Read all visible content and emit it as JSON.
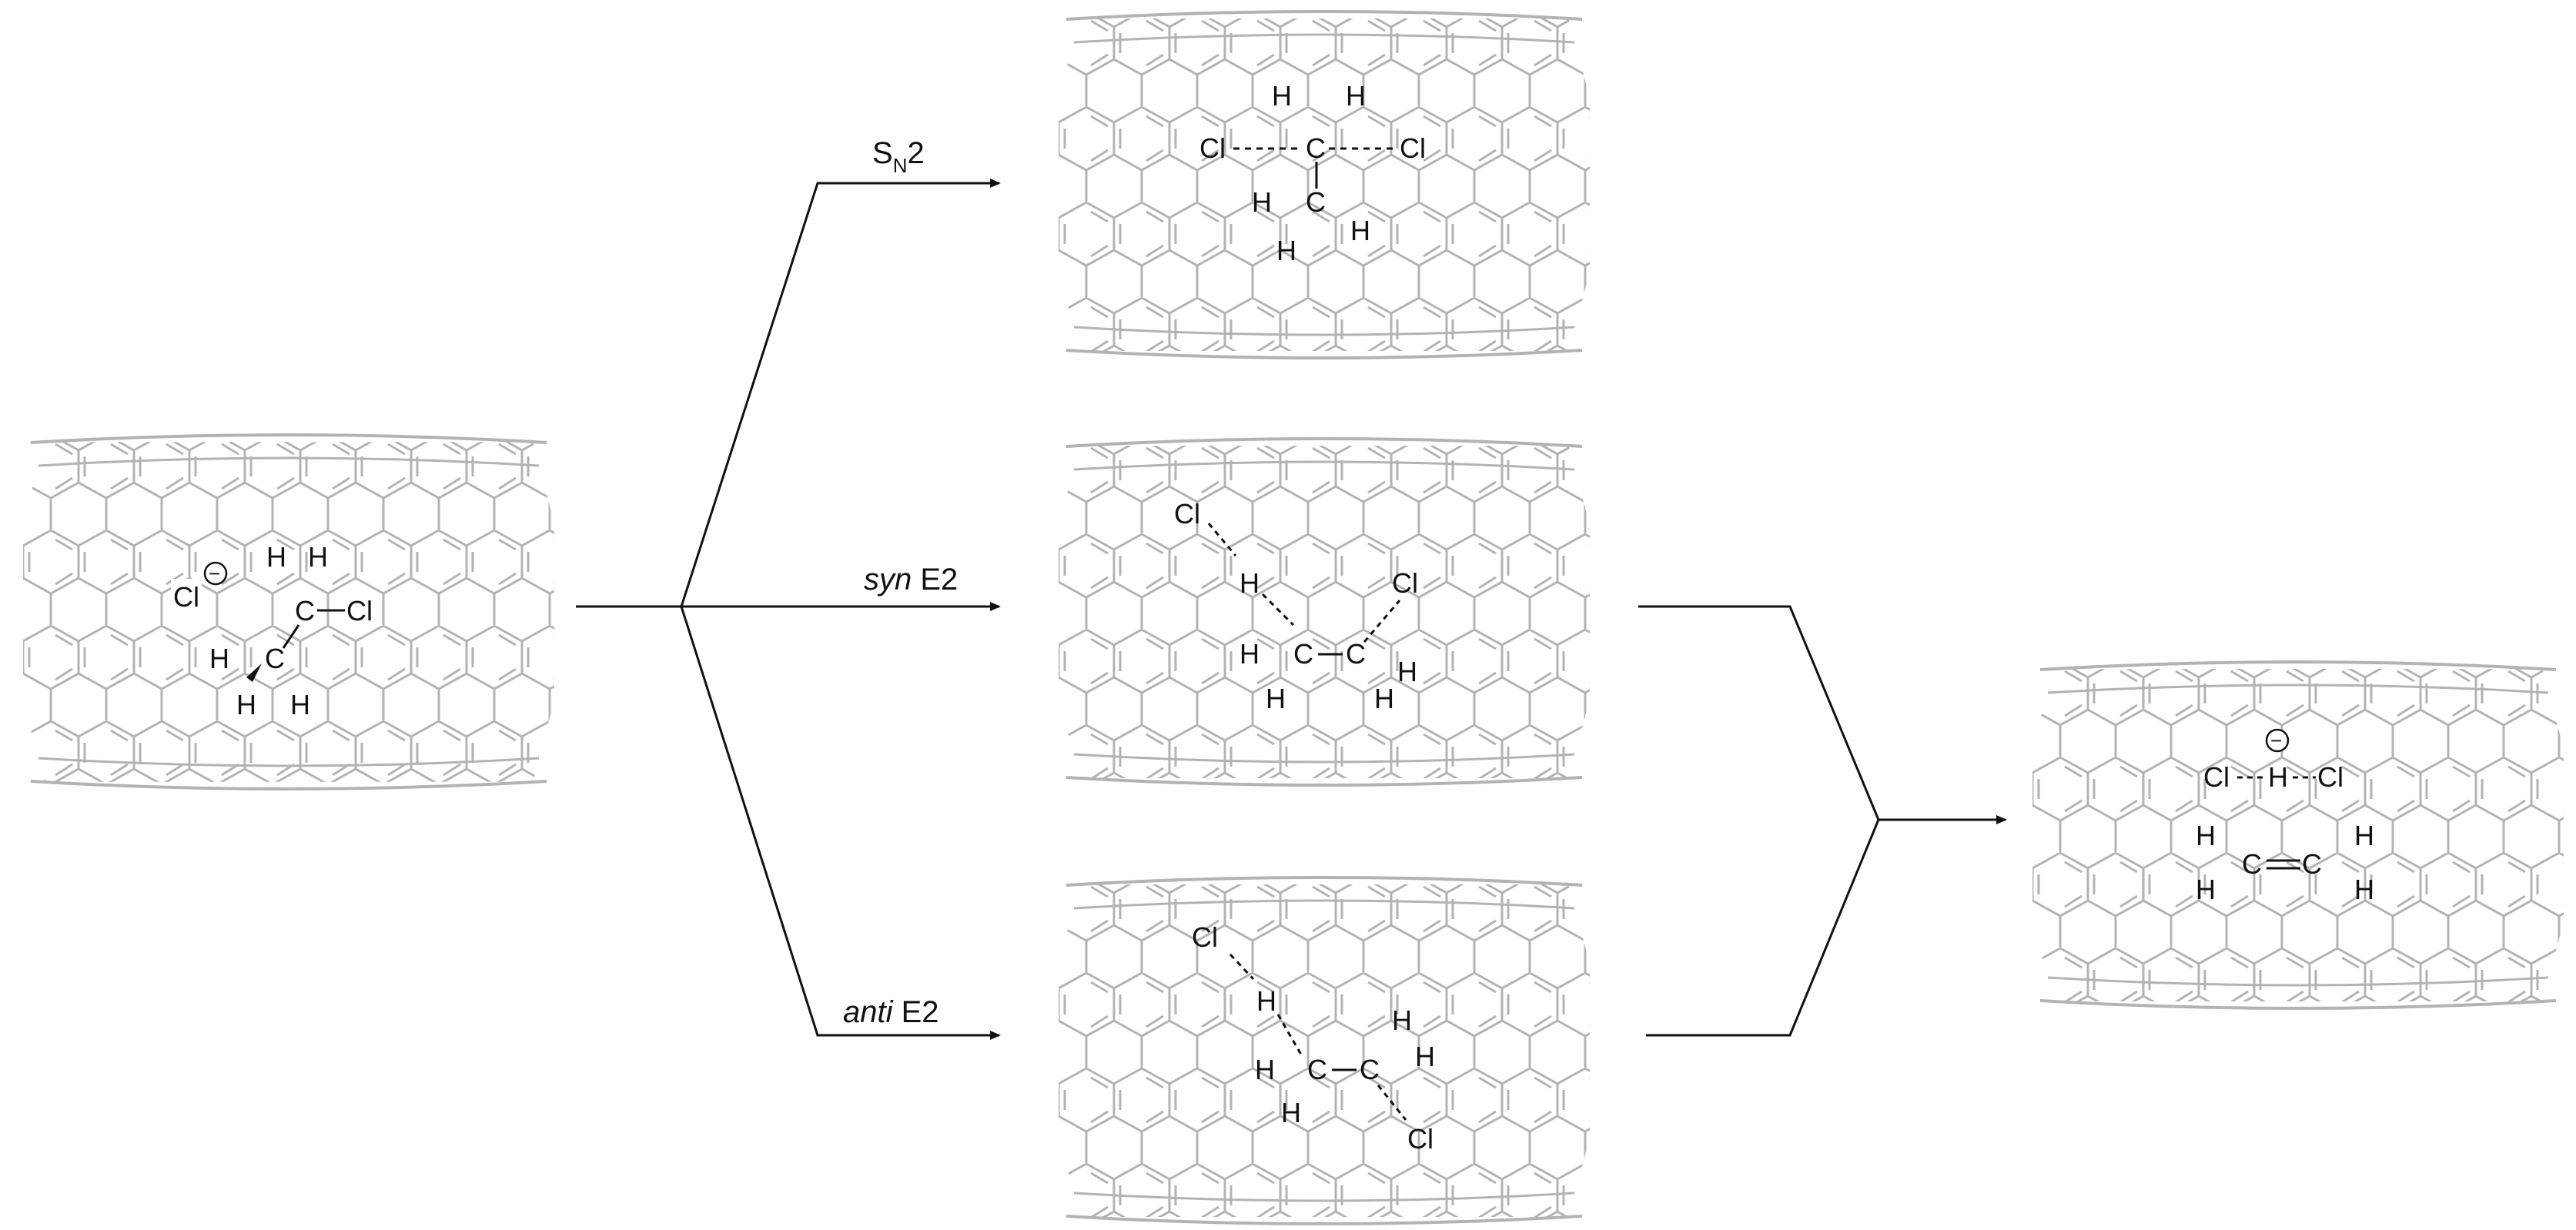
{
  "reactions": {
    "sn2": {
      "label_main": "S",
      "label_sub": "N",
      "label_tail": "2"
    },
    "syn": {
      "label_italic": "syn",
      "label_tail": " E2"
    },
    "anti": {
      "label_italic": "anti",
      "label_tail": " E2"
    }
  },
  "atoms": {
    "Cl": "Cl",
    "C": "C",
    "H": "H",
    "minus": "−"
  },
  "colors": {
    "nanotube": "#b3b3b3",
    "ink": "#111111"
  }
}
